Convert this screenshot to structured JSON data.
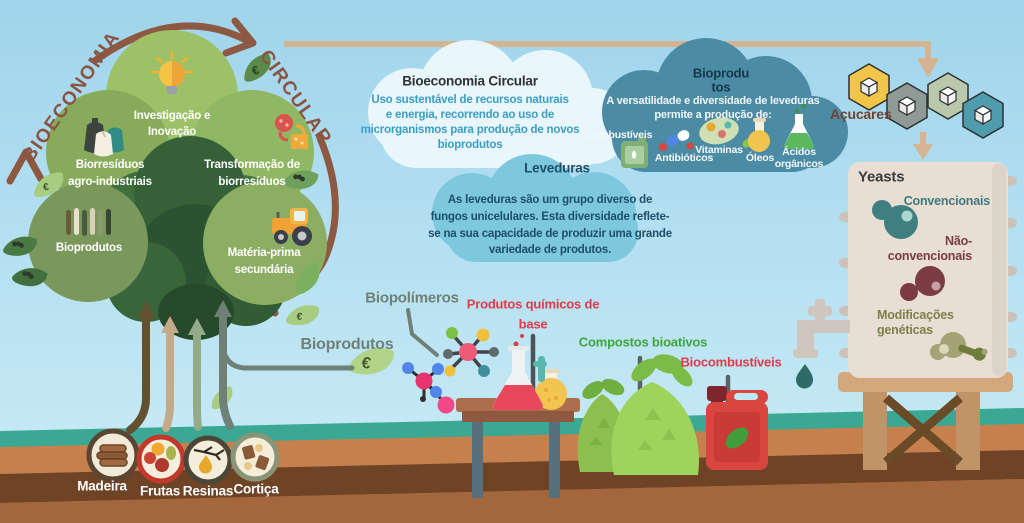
{
  "misc": {
    "euro": "€"
  },
  "colors": {
    "sky_top": "#9fd4ec",
    "sky_bottom": "#cdedf7",
    "cycle_arrow_brown": "#8d5942",
    "sugar_arrow_tan": "#d4b491",
    "grass": "#3aa893",
    "soil_light": "#c5804e",
    "soil_dark": "#6f4426",
    "soil_mid": "#a4663c",
    "cloud_white": "#e9f6fb",
    "cloud_light_blue": "#7ec8de",
    "cloud_teal": "#4c8ba4",
    "red_accent": "#e13a4a",
    "green_accent": "#3fa53c",
    "gray_accent": "#6f8076"
  },
  "cycle": {
    "arc_label_left": "BIOECONOMIA",
    "arc_label_right": "CIRCULAR",
    "nodes": [
      {
        "icon": "lightbulb-icon",
        "lines": [
          "Investigação e",
          "Inovação"
        ]
      },
      {
        "icon": "waste-bags-icon",
        "lines": [
          "Biorresíduos",
          "agro-industriais"
        ]
      },
      {
        "icon": "recycle-transform-icon",
        "lines": [
          "Transformação de",
          "biorresíduos"
        ]
      },
      {
        "icon": "bioproducts-bars-icon",
        "lines": [
          "Bioprodutos"
        ]
      },
      {
        "icon": "tractor-icon",
        "lines": [
          "Matéria-prima",
          "secundária"
        ]
      }
    ]
  },
  "clouds": {
    "definition": {
      "title": "Bioeconomia Circular",
      "lines": [
        "Uso sustentável de recursos naturais",
        "e energia, recorrendo ao uso de",
        "microrganismos para produção de novos",
        "bioprodutos"
      ]
    },
    "yeasts_info": {
      "label": "Leveduras",
      "lines": [
        "As leveduras são um grupo diverso de",
        "fungos unicelulares. Esta diversidade reflete-",
        "se na sua capacidade de produzir uma grande",
        "variedade de produtos."
      ]
    },
    "products": {
      "title_lines": [
        "Bioprodu",
        "tos"
      ],
      "subtitle_lines": [
        "A versatilidade e diversidade de leveduras",
        "permite a produção de:"
      ],
      "items": [
        {
          "icon": "fuel-can-icon",
          "lines": [
            "Combustíveis"
          ]
        },
        {
          "icon": "antibiotic-pills-icon",
          "lines": [
            "Antibióticos"
          ]
        },
        {
          "icon": "vitamins-icon",
          "lines": [
            "Vitaminas"
          ]
        },
        {
          "icon": "oil-bottle-icon",
          "lines": [
            "Óleos"
          ]
        },
        {
          "icon": "acid-flask-icon",
          "lines": [
            "Ácidos",
            "orgânicos"
          ]
        }
      ]
    }
  },
  "sugars": {
    "label": "Açucares",
    "icon": "sugar-cube-hexagon-icons"
  },
  "tank": {
    "title": "Yeasts",
    "entries": [
      {
        "lines": [
          "Convencionais"
        ],
        "color": "#3f7a7c",
        "icon": "teal-yeast-cell-icon"
      },
      {
        "lines": [
          "Não-",
          "convencionais"
        ],
        "color": "#7a3b43",
        "icon": "maroon-yeast-cell-icon"
      },
      {
        "lines": [
          "Modificações",
          "genéticas"
        ],
        "color": "#7c8148",
        "icon": "engineered-yeast-wrench-icon"
      }
    ]
  },
  "outputs": {
    "bioprodutos_label": "Bioprodutos",
    "biopolimeros_label": "Biopolímeros",
    "quimicos_lines": [
      "Produtos químicos de",
      "base"
    ],
    "compostos_label": "Compostos bioativos",
    "biocombustiveis_label": "Biocombustíveis"
  },
  "feedstocks": [
    {
      "label": "Madeira",
      "icon": "wood-logs-icon"
    },
    {
      "label": "Frutas",
      "icon": "fruits-icon"
    },
    {
      "label": "Resinas",
      "icon": "resin-branch-icon"
    },
    {
      "label": "Cortiça",
      "icon": "cork-pieces-icon"
    }
  ]
}
